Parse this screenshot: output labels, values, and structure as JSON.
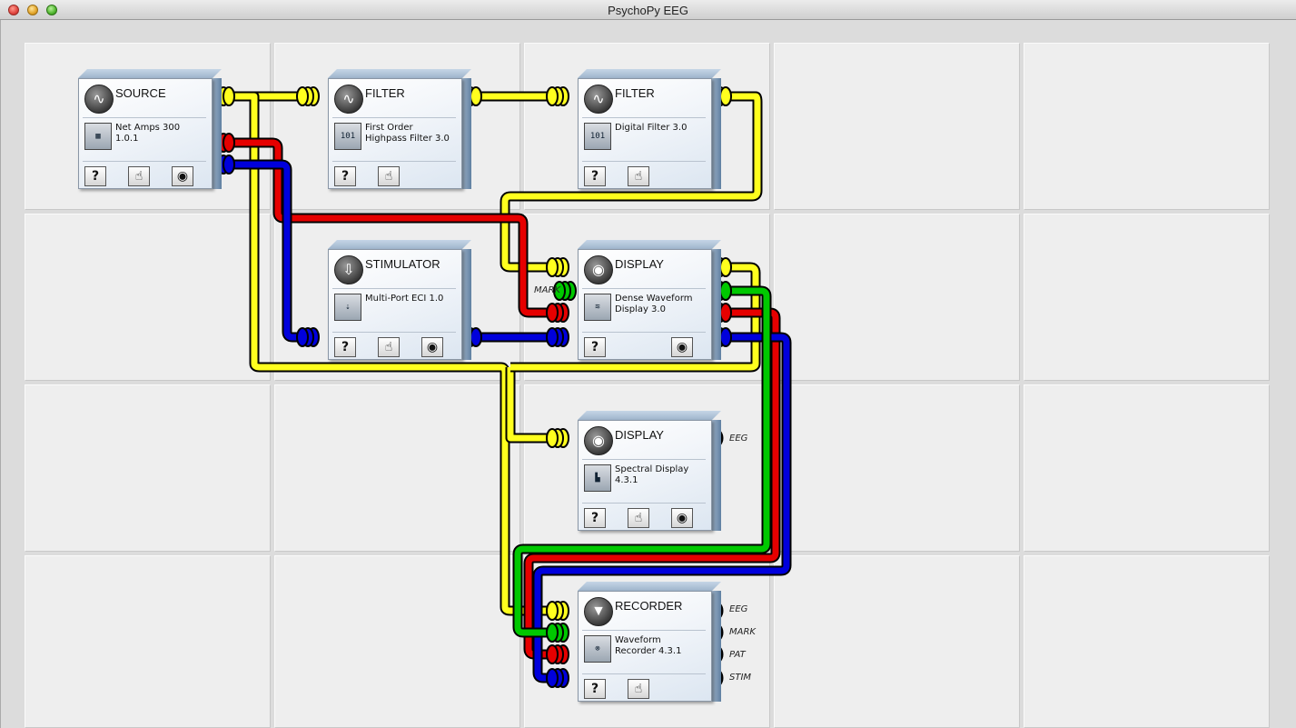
{
  "window": {
    "title": "PsychoPy EEG"
  },
  "wire_colors": {
    "yellow": "#ffff1e",
    "red": "#e60000",
    "blue": "#0000dc",
    "green": "#00c800"
  },
  "modules": [
    {
      "id": "source",
      "title": "SOURCE",
      "desc": "Net Amps 300\n1.0.1",
      "head_icon": "source-wave-icon",
      "param_icon": "net-amps-icon",
      "buttons": [
        "help",
        "pointer",
        "eye"
      ]
    },
    {
      "id": "filter1",
      "title": "FILTER",
      "desc": "First Order\nHighpass Filter 3.0",
      "head_icon": "filter-wave-icon",
      "param_icon": "binary-filter-icon",
      "buttons": [
        "help",
        "pointer"
      ]
    },
    {
      "id": "filter2",
      "title": "FILTER",
      "desc": "Digital Filter 3.0",
      "head_icon": "filter-wave-icon",
      "param_icon": "binary-filter-icon",
      "buttons": [
        "help",
        "pointer"
      ]
    },
    {
      "id": "stimulator",
      "title": "STIMULATOR",
      "desc": "Multi-Port ECI 1.0",
      "head_icon": "stimulator-arrow-icon",
      "param_icon": "multiport-icon",
      "buttons": [
        "help",
        "pointer",
        "eye"
      ]
    },
    {
      "id": "display1",
      "title": "DISPLAY",
      "desc": "Dense Waveform\nDisplay 3.0",
      "head_icon": "eye-icon",
      "param_icon": "waveform-icon",
      "buttons": [
        "help",
        "eye"
      ]
    },
    {
      "id": "display2",
      "title": "DISPLAY",
      "desc": "Spectral Display\n4.3.1",
      "head_icon": "eye-icon",
      "param_icon": "spectrum-icon",
      "buttons": [
        "help",
        "pointer",
        "eye"
      ]
    },
    {
      "id": "recorder",
      "title": "RECORDER",
      "desc": "Waveform\nRecorder 4.3.1",
      "head_icon": "recorder-icon",
      "param_icon": "disk-icon",
      "buttons": [
        "help",
        "pointer"
      ]
    }
  ],
  "port_labels": {
    "display1_mark": "MARK",
    "display2_eeg": "EEG",
    "recorder_eeg": "EEG",
    "recorder_mark": "MARK",
    "recorder_pat": "PAT",
    "recorder_stim": "STIM"
  },
  "button_glyphs": {
    "help": "?",
    "pointer": "☝",
    "eye": "◉"
  }
}
